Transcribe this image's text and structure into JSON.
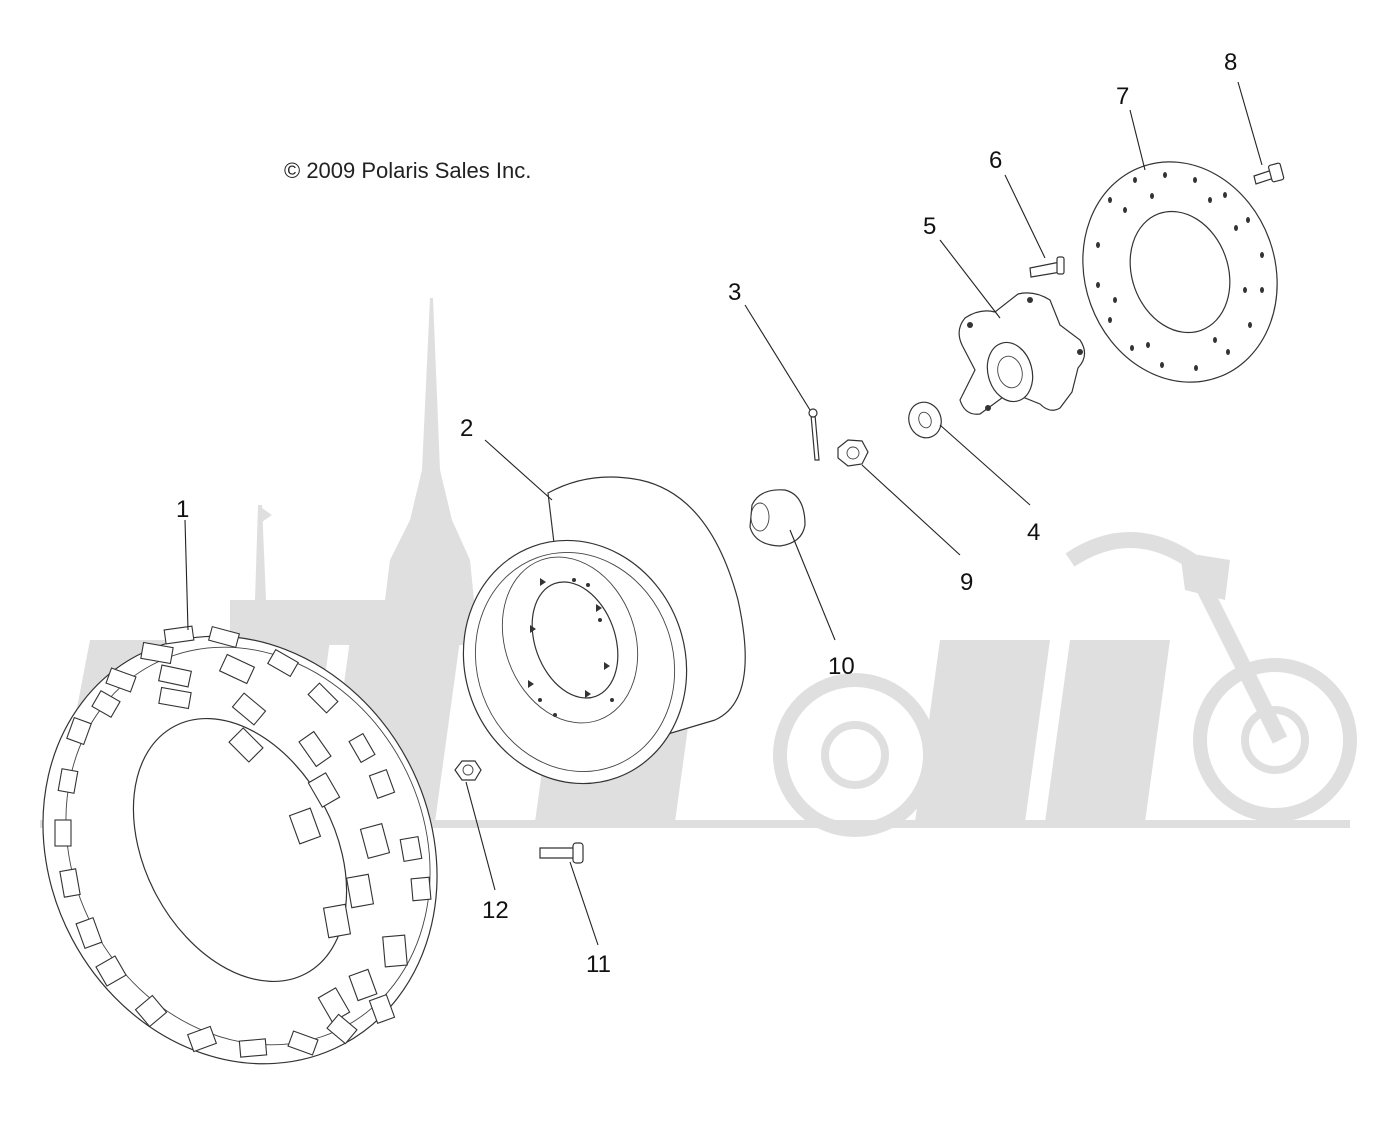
{
  "copyright": "© 2009 Polaris Sales Inc.",
  "watermark": "Atv-Moto",
  "colors": {
    "line": "#222222",
    "watermark": "#dcdcdc",
    "background": "#ffffff"
  },
  "parts": [
    {
      "id": "1",
      "icon": "tire-icon"
    },
    {
      "id": "2",
      "icon": "wheel-rim-icon"
    },
    {
      "id": "3",
      "icon": "cotter-pin-icon"
    },
    {
      "id": "4",
      "icon": "washer-icon"
    },
    {
      "id": "5",
      "icon": "wheel-hub-icon"
    },
    {
      "id": "6",
      "icon": "stud-icon"
    },
    {
      "id": "7",
      "icon": "brake-disc-icon"
    },
    {
      "id": "8",
      "icon": "bolt-icon"
    },
    {
      "id": "9",
      "icon": "castle-nut-icon"
    },
    {
      "id": "10",
      "icon": "hub-cap-icon"
    },
    {
      "id": "11",
      "icon": "wheel-stud-icon"
    },
    {
      "id": "12",
      "icon": "lug-nut-icon"
    }
  ]
}
